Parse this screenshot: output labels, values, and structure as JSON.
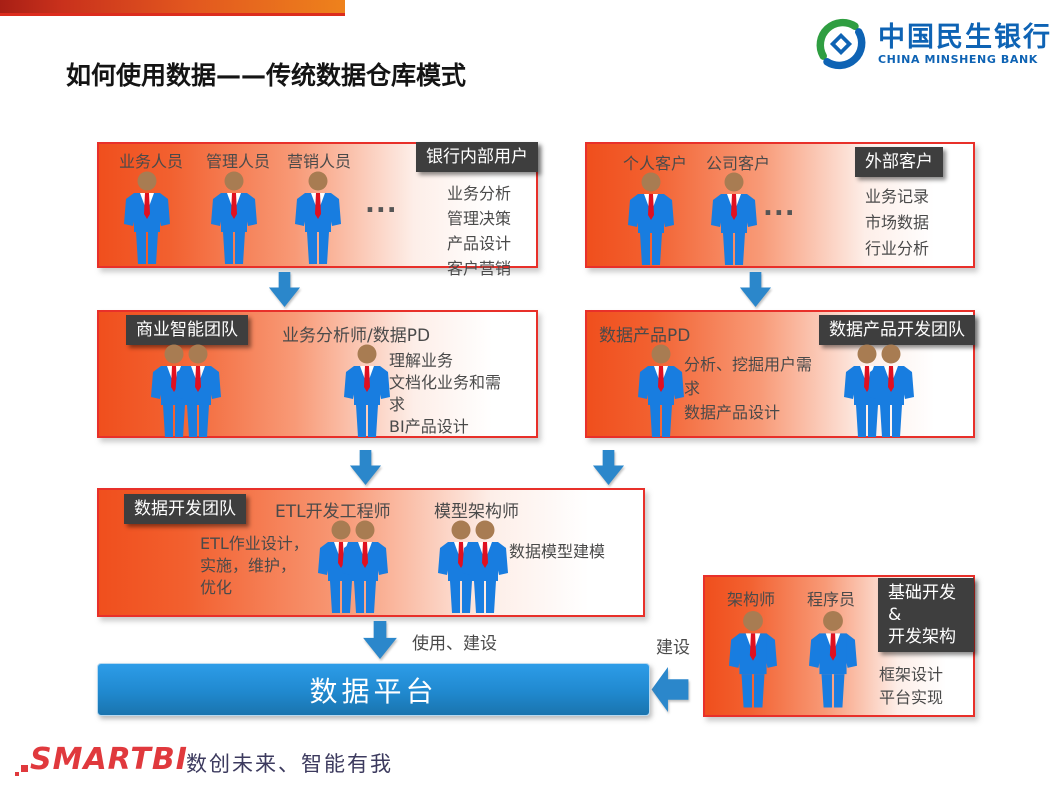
{
  "header": {
    "title": "如何使用数据——传统数据仓库模式",
    "bank_logo": {
      "name_cn": "中国民生银行",
      "name_en": "CHINA MINSHENG BANK"
    }
  },
  "groups": {
    "internal_users": {
      "tag": "银行内部用户",
      "roles": [
        "业务人员",
        "管理人员",
        "营销人员"
      ],
      "ellipsis": "...",
      "tasks": [
        "业务分析",
        "管理决策",
        "产品设计",
        "客户营销"
      ]
    },
    "external_customers": {
      "tag": "外部客户",
      "roles": [
        "个人客户",
        "公司客户"
      ],
      "ellipsis": "...",
      "tasks": [
        "业务记录",
        "市场数据",
        "行业分析"
      ]
    },
    "bi_team": {
      "tag": "商业智能团队",
      "role_title": "业务分析师/数据PD",
      "tasks": [
        "理解业务",
        "文档化业务和需",
        "求",
        "BI产品设计"
      ]
    },
    "data_product_team": {
      "tag": "数据产品开发团队",
      "role_title": "数据产品PD",
      "tasks": [
        "分析、挖掘用户需",
        "求",
        "数据产品设计"
      ]
    },
    "data_dev_team": {
      "tag": "数据开发团队",
      "roles": [
        "ETL开发工程师",
        "模型架构师"
      ],
      "tasks_left": [
        "ETL作业设计，",
        "实施，维护，",
        "优化"
      ],
      "task_right": "数据模型建模"
    },
    "infra_team": {
      "tag_lines": [
        "基础开发",
        "&",
        "开发架构"
      ],
      "roles": [
        "架构师",
        "程序员"
      ],
      "tasks": [
        "框架设计",
        "平台实现"
      ]
    }
  },
  "flow": {
    "use_build_label": "使用、建设",
    "build_label": "建设",
    "platform_label": "数据平台"
  },
  "footer": {
    "brand": "SMARTBI",
    "tagline": "数创未来、智能有我"
  },
  "colors": {
    "box_border_red": "#e8302a",
    "box_gradient_orange": "#f04f1d",
    "tag_dark": "#3e3e3e",
    "arrow_blue": "#2b87cb",
    "platform_blue_top": "#2d9ce8",
    "platform_blue_bottom": "#1a74ae",
    "suit_blue": "#187de0",
    "head_brown": "#a87c52",
    "tie_red": "#e01020",
    "brand_red": "#e0393d",
    "tagline_indigo": "#3c3a5e",
    "bank_blue": "#0e63b4",
    "bank_green": "#2f9e41"
  }
}
